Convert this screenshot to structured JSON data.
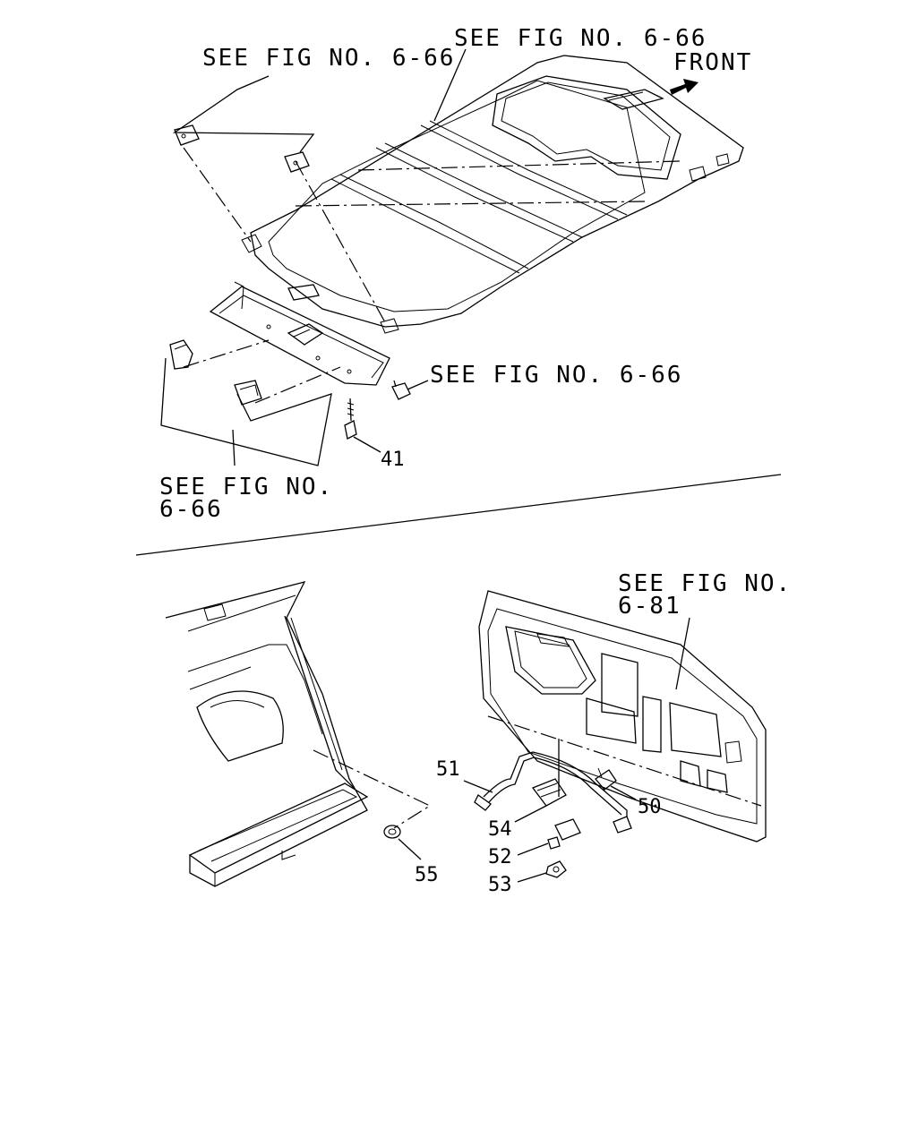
{
  "labels": {
    "see_top_left": "SEE FIG NO. 6-66",
    "see_top_center": "SEE FIG NO. 6-66",
    "front": "FRONT",
    "see_mid_right": "SEE FIG NO. 6-66",
    "see_bottom_left_line1": "SEE FIG NO.",
    "see_bottom_left_line2": "6-66",
    "see_tailgate_line1": "SEE FIG NO.",
    "see_tailgate_line2": "6-81"
  },
  "callouts": {
    "p41": "41",
    "p50": "50",
    "p51": "51",
    "p52": "52",
    "p53": "53",
    "p54": "54",
    "p55": "55"
  },
  "icons": {
    "front_arrow": "arrow-right-icon"
  }
}
